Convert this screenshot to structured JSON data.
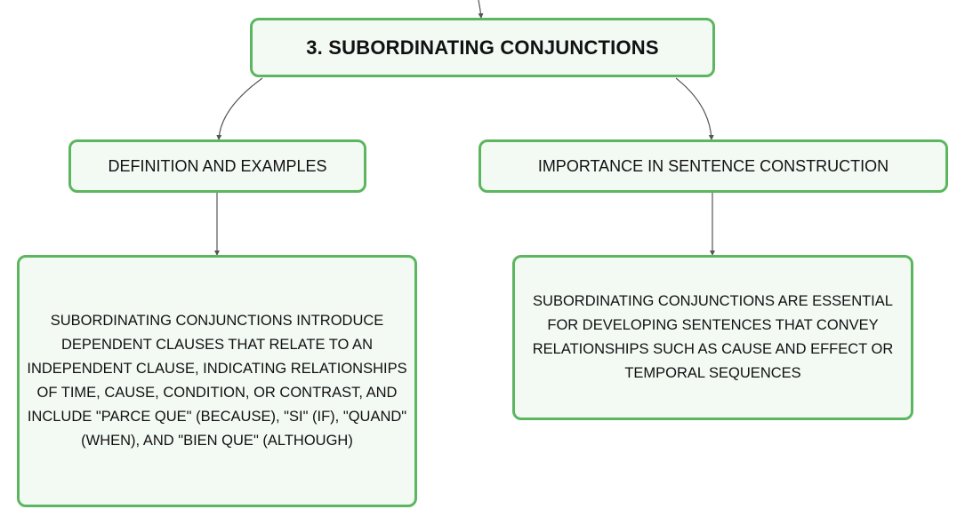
{
  "diagram": {
    "root": {
      "label": "3. SUBORDINATING CONJUNCTIONS"
    },
    "branches": [
      {
        "label": "DEFINITION AND EXAMPLES",
        "detail": "SUBORDINATING CONJUNCTIONS INTRODUCE DEPENDENT CLAUSES THAT RELATE TO AN INDEPENDENT CLAUSE, INDICATING RELATIONSHIPS OF TIME, CAUSE, CONDITION, OR CONTRAST, AND INCLUDE \"PARCE QUE\" (BECAUSE), \"SI\" (IF), \"QUAND\" (WHEN), AND \"BIEN QUE\" (ALTHOUGH)"
      },
      {
        "label": "IMPORTANCE IN SENTENCE CONSTRUCTION",
        "detail": "SUBORDINATING CONJUNCTIONS ARE ESSENTIAL FOR DEVELOPING SENTENCES THAT CONVEY RELATIONSHIPS SUCH AS CAUSE AND EFFECT OR TEMPORAL SEQUENCES"
      }
    ]
  },
  "colors": {
    "node_border": "#5bb65f",
    "node_fill": "#f3faf4",
    "connector": "#555555",
    "text": "#111111"
  }
}
